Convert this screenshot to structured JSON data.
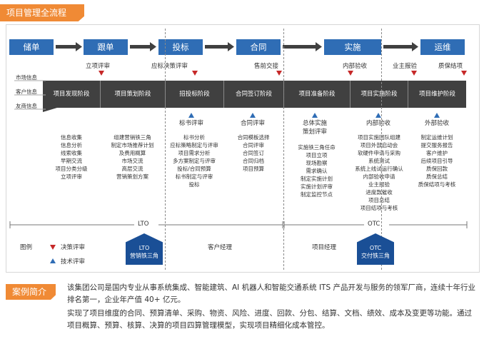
{
  "title": "项目管理全流程",
  "stages": [
    "储单",
    "跟单",
    "投标",
    "合同",
    "实施",
    "运维"
  ],
  "checkpoints": {
    "top": [
      "立项评审",
      "应标决策评审",
      "售前交接",
      "内部验收",
      "业主报验",
      "质保结项"
    ],
    "bottom": [
      "标书评审",
      "合同评审",
      "总体实施\n策划评审",
      "内部验收",
      "外部验收"
    ]
  },
  "sources": [
    "市场信息",
    "客户信息",
    "友商信息"
  ],
  "phases": [
    "项目发现阶段",
    "项目策划阶段",
    "招投标阶段",
    "合同签订阶段",
    "项目准备阶段",
    "项目实施阶段",
    "项目维护阶段"
  ],
  "tasks": {
    "discovery": [
      "信息收集",
      "信息分析",
      "线索收集",
      "早期交流",
      "项目分类分级",
      "立项评审"
    ],
    "planning": [
      "组建营销铁三角",
      "制定市场推荐计划",
      "及费用概算",
      "市场交流",
      "高层交流",
      "营销策划方案"
    ],
    "bidding": [
      "标书分析",
      "应标策略制定与评审",
      "项目需求分析",
      "多方案制定与评审",
      "投标/合同预算",
      "标书制定与评审",
      "投标"
    ],
    "contract": [
      "合同模板选择",
      "合同评审",
      "合同签订",
      "合同归档",
      "项目预算"
    ],
    "prep": [
      "实施铁三角任命",
      "项目立项",
      "现场勘察",
      "需求确认",
      "制定实施计划",
      "实施计划评审",
      "制定监控节点"
    ],
    "execution": [
      "项目实施团队组建",
      "项目外部启动会",
      "软硬件申请与采购",
      "系统测试",
      "系统上线试运行确认",
      "内部验收申请",
      "业主报验",
      "进度款催收",
      "项目总结",
      "项目结项与考核"
    ],
    "maintenance": [
      "制定运维计划",
      "提交服务报告",
      "客户维护",
      "后续项目引导",
      "质保回款",
      "质保总结",
      "质保结项与考核"
    ]
  },
  "lto": {
    "label": "LTO",
    "badge_line1": "LTO",
    "badge_line2": "营销铁三角"
  },
  "otc": {
    "label": "OTC",
    "badge_line1": "OTC",
    "badge_line2": "交付铁三角"
  },
  "managers": {
    "customer": "客户经理",
    "project": "项目经理"
  },
  "legend": {
    "title": "图例",
    "decision": "决策评审",
    "technical": "技术评审"
  },
  "colors": {
    "accent": "#f08a35",
    "stage_blue": "#2f6db5",
    "phase_gray": "#404040",
    "decision_red": "#c62828",
    "badge_navy": "#1a4f96"
  },
  "case": {
    "label": "案例简介",
    "p1": "该集团公司是国内专业从事系统集成、智能建筑、AI 机器人和智能交通系统 ITS 产品开发与服务的领军厂商，连续十年行业排名第一，企业年产值 40+ 亿元。",
    "p2": "实现了项目维度的合同、预算清单、采购、物资、风险、进度、回款、分包、结算、文档、绩效、成本及变更等功能。通过项目概算、预算、核算、决算的项目四算管理模型，实现项目精细化成本管控。"
  }
}
